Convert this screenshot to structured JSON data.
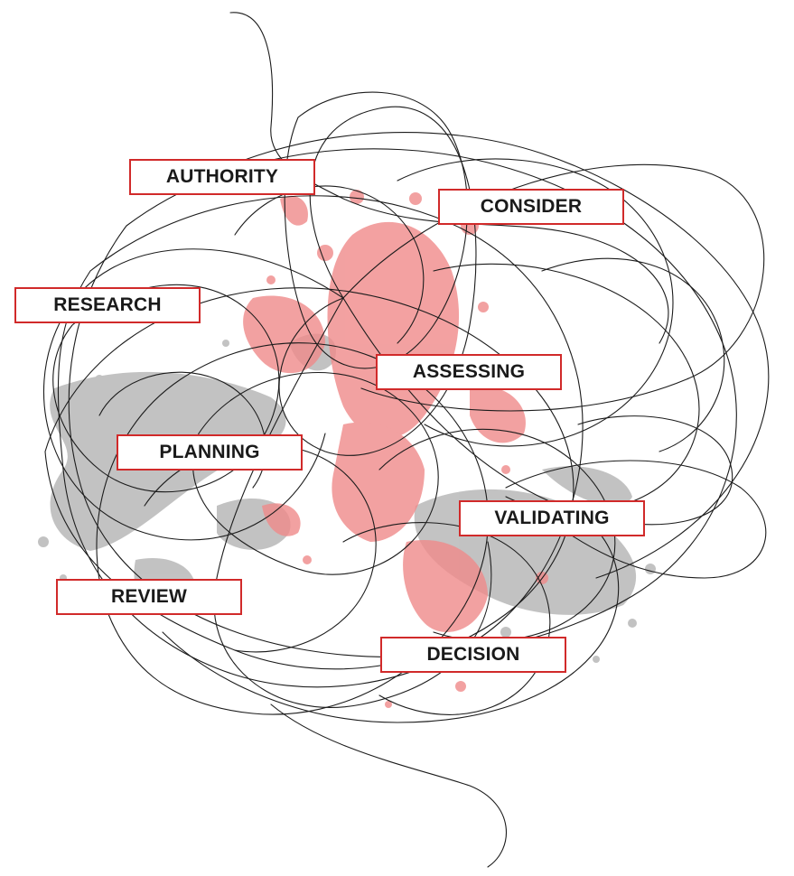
{
  "diagram": {
    "labels": {
      "authority": "AUTHORITY",
      "consider": "CONSIDER",
      "research": "RESEARCH",
      "assessing": "ASSESSING",
      "planning": "PLANNING",
      "validating": "VALIDATING",
      "review": "REVIEW",
      "decision": "DECISION"
    },
    "colors": {
      "label_border": "#d12a2a",
      "label_text": "#1a1a1a",
      "scribble": "#1c1c1c",
      "splatter_red": "#f08a8a",
      "splatter_gray": "#b3b3b3"
    }
  }
}
